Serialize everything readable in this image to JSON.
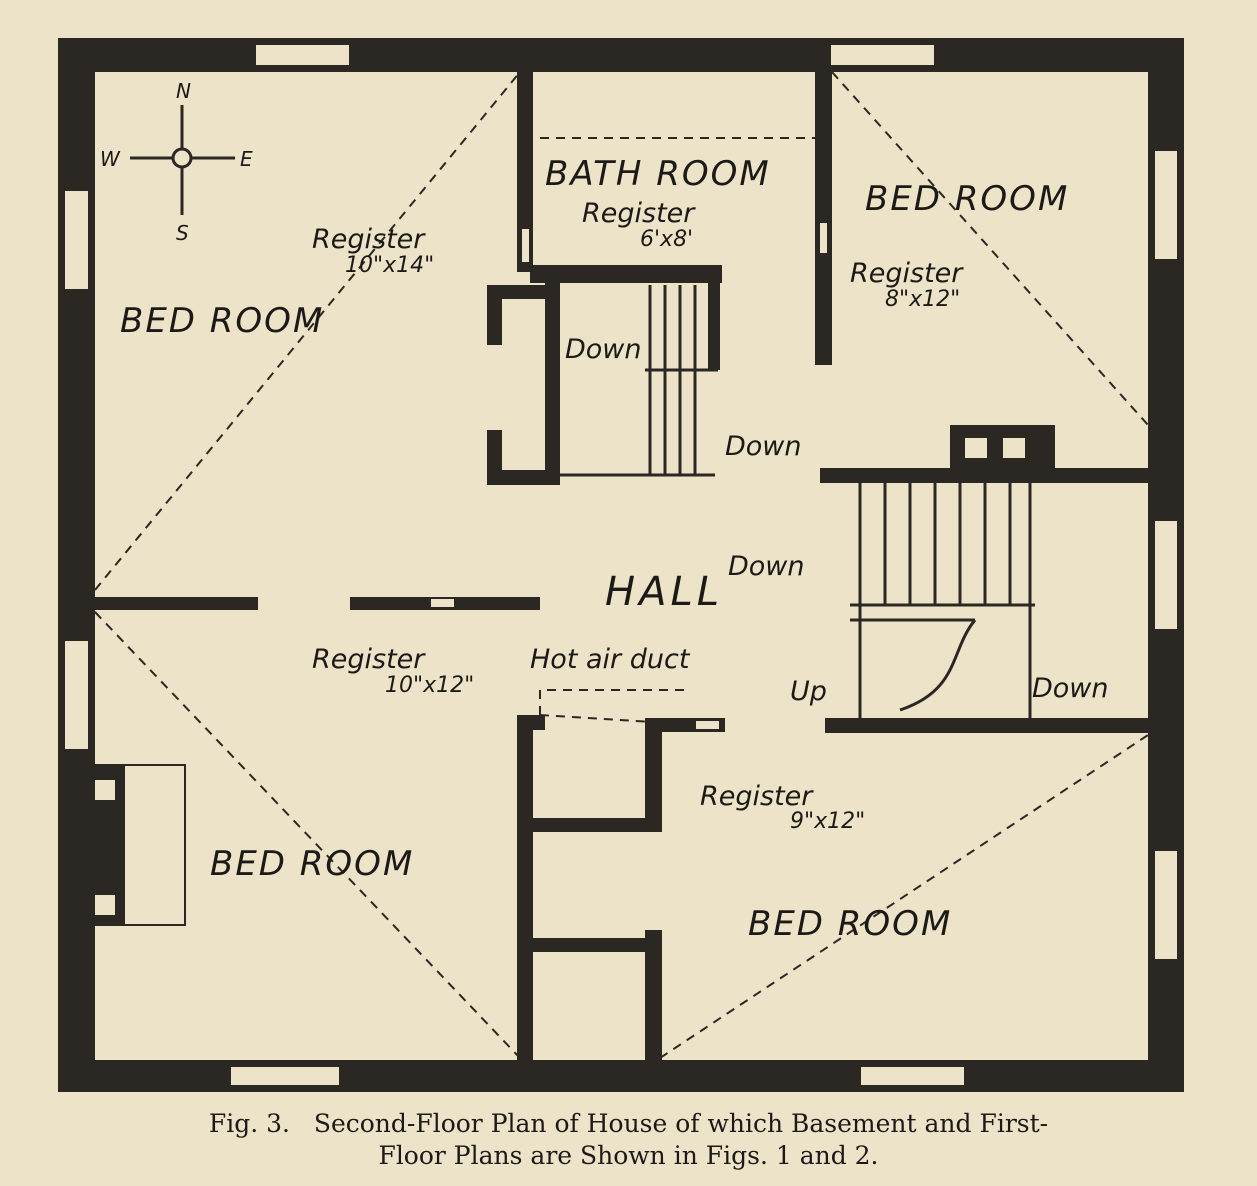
{
  "compass": {
    "n": "N",
    "s": "S",
    "e": "E",
    "w": "W"
  },
  "rooms": {
    "bath": "BATH ROOM",
    "bed_ne": "BED ROOM",
    "bed_nw": "BED ROOM",
    "bed_sw": "BED ROOM",
    "bed_se": "BED ROOM",
    "hall": "HALL"
  },
  "registers": [
    {
      "label": "Register",
      "size": "10\"x14\""
    },
    {
      "label": "Register",
      "size": "6'x8'"
    },
    {
      "label": "Register",
      "size": "8\"x12\""
    },
    {
      "label": "Register",
      "size": "10\"x12\""
    },
    {
      "label": "Register",
      "size": "9\"x12\""
    }
  ],
  "stairs": {
    "down1": "Down",
    "down2": "Down",
    "down3": "Down",
    "down4": "Down",
    "up": "Up"
  },
  "duct": "Hot air duct",
  "caption": {
    "line1": "Fig. 3.   Second-Floor Plan of House of which Basement and First-",
    "line2": "Floor Plans are Shown in Figs. 1 and 2."
  }
}
